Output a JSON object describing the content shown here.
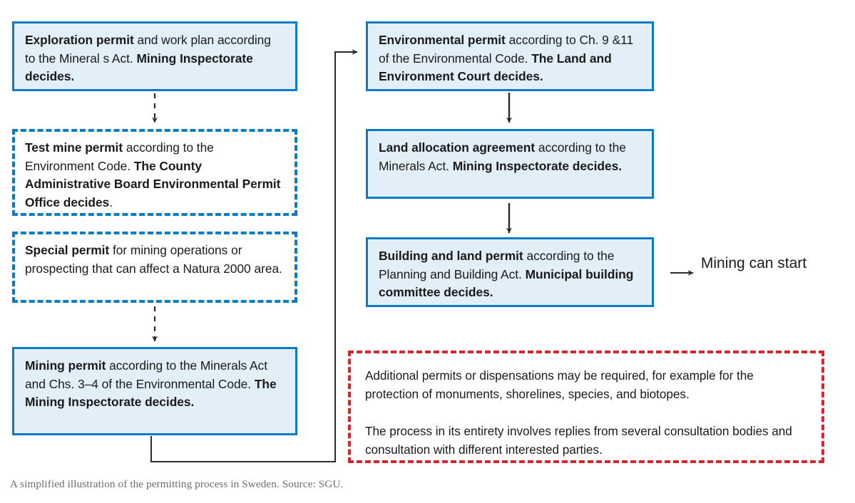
{
  "diagram": {
    "title_caption": "A simplified illustration of the permitting process in Sweden. Source: SGU.",
    "colors": {
      "box_border_blue": "#0a7cc4",
      "box_fill_blue": "#e2eef8",
      "dashed_red": "#d6262b",
      "arrow_black": "#2b2b2b",
      "caption_gray": "#6d6d6d"
    },
    "left_column": {
      "exploration_permit": {
        "bold_lead": "Exploration permit",
        "body": " and work plan according to the Mineral s Act. ",
        "bold_tail": "Mining Inspectorate decides."
      },
      "test_mine_permit": {
        "bold_lead": "Test mine permit",
        "body": " according to the Environment Code. ",
        "bold_tail": "The County Administrative Board Environmental Permit Office decides",
        "tail_period": "."
      },
      "special_permit": {
        "bold_lead": "Special permit",
        "body": " for mining operations or prospecting that can affect a Natura 2000 area.",
        "bold_tail": ""
      },
      "mining_permit": {
        "bold_lead": "Mining permit",
        "body": " according to the Minerals Act and Chs. 3–4 of the Environmental Code. ",
        "bold_tail": "The Mining Inspectorate decides."
      }
    },
    "right_column": {
      "environmental_permit": {
        "bold_lead": "Environmental permit",
        "body": " according to Ch. 9 &11 of the Environmental Code. ",
        "bold_tail": "The Land and Environment Court decides."
      },
      "land_allocation_agreement": {
        "bold_lead": "Land allocation agreement",
        "body": " according to the Minerals Act. ",
        "bold_tail": "Mining Inspectorate decides."
      },
      "building_and_land_permit": {
        "bold_lead": "Building and land permit",
        "body": " according to the Planning and Building Act. ",
        "bold_tail": "Municipal building committee decides."
      }
    },
    "end_label": "Mining can start",
    "notes_box": {
      "paragraph_1": "Additional permits or dispensations may be required, for example for the protection of monuments, shorelines, species, and biotopes.",
      "paragraph_2": "The process in its entirety involves replies from several consultation bodies and consultation with different interested parties."
    }
  }
}
